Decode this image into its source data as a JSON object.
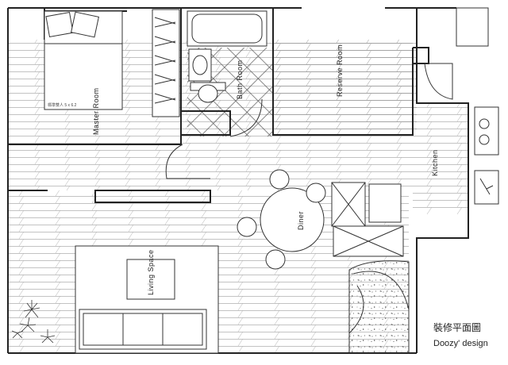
{
  "rooms": {
    "master": "Master  Room",
    "bath": "Bath  Room",
    "reserve": "Reserve  Room",
    "kitchen": "Kitchen",
    "diner": "Diner",
    "living": "Living  Space"
  },
  "bed_note": "標準雙人 5 x 6.2",
  "caption": {
    "title": "裝修平面圖",
    "brand": "Doozy' design"
  },
  "colors": {
    "line": "#222222",
    "background": "#ffffff"
  }
}
